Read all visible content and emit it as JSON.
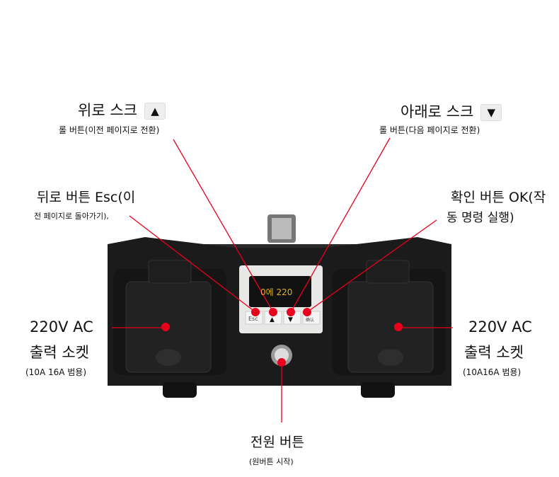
{
  "labels": {
    "scroll_up": {
      "title": "위로 스크",
      "key": "▲",
      "desc": "롤 버튼(이전 페이지로 전환)"
    },
    "scroll_down": {
      "title": "아래로 스크",
      "key": "▼",
      "desc": "롤 버튼(다음 페이지로 전환)"
    },
    "back": {
      "title": "뒤로 버튼 Esc(이",
      "desc": "전 페이지로 돌아가기),"
    },
    "ok": {
      "title": "확인 버튼 OK(작",
      "desc": "동 명령 실행)"
    },
    "socket_left": {
      "line1": "220V AC",
      "line2": "출력 소켓",
      "desc": "(10A 16A 범용)"
    },
    "socket_right": {
      "line1": "220V AC",
      "line2": "출력 소켓",
      "desc": "(10A16A 범용)"
    },
    "power": {
      "title": "전원 버튼",
      "desc": "(원버튼 시작)"
    }
  },
  "panel": {
    "display_value": "0에 220",
    "esc_label": "Esc",
    "up_key": "▲",
    "down_key": "▼",
    "ok_label": "确认"
  },
  "colors": {
    "annotation": "#e8001c",
    "device": "#1a1a1a",
    "panel": "#e8e8e6"
  }
}
